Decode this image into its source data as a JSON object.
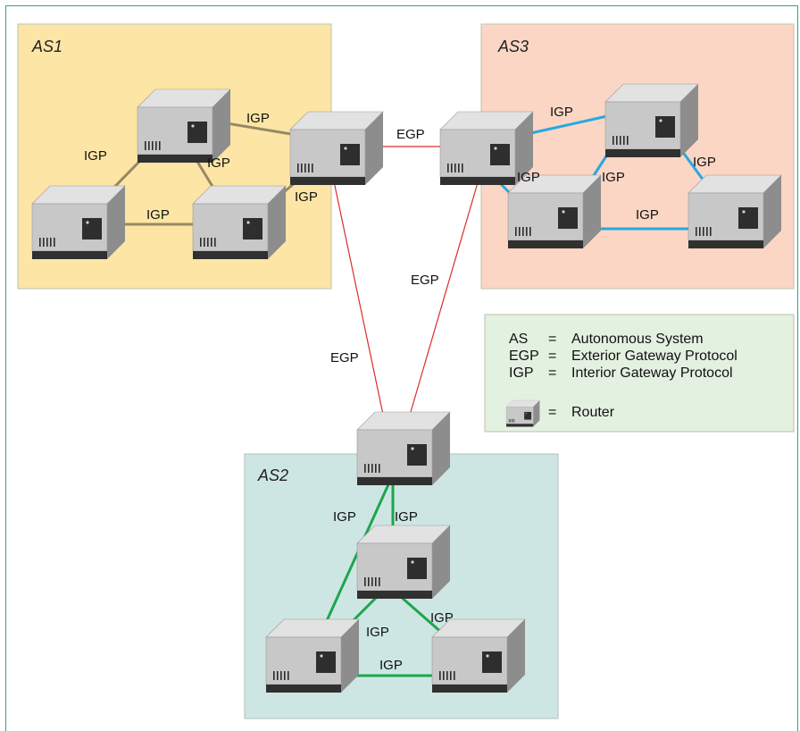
{
  "systems": [
    {
      "id": "as1",
      "label": "AS1",
      "fill": "#fde5a5",
      "link_color": "#958a63"
    },
    {
      "id": "as3",
      "label": "AS3",
      "fill": "#fbd6c4",
      "link_color": "#26a9e0"
    },
    {
      "id": "as2",
      "label": "AS2",
      "fill": "#cde6e3",
      "link_color": "#1ea54d"
    }
  ],
  "egp_color": "#dd2b2b",
  "link_labels": {
    "igp": "IGP",
    "egp": "EGP"
  },
  "legend": {
    "rows": [
      {
        "abbr": "AS",
        "eq": "=",
        "meaning": "Autonomous System"
      },
      {
        "abbr": "EGP",
        "eq": "=",
        "meaning": "Exterior Gateway Protocol"
      },
      {
        "abbr": "IGP",
        "eq": "=",
        "meaning": "Interior Gateway Protocol"
      }
    ],
    "router_eq": "=",
    "router_label": "Router",
    "fill": "#e3f1e1"
  }
}
